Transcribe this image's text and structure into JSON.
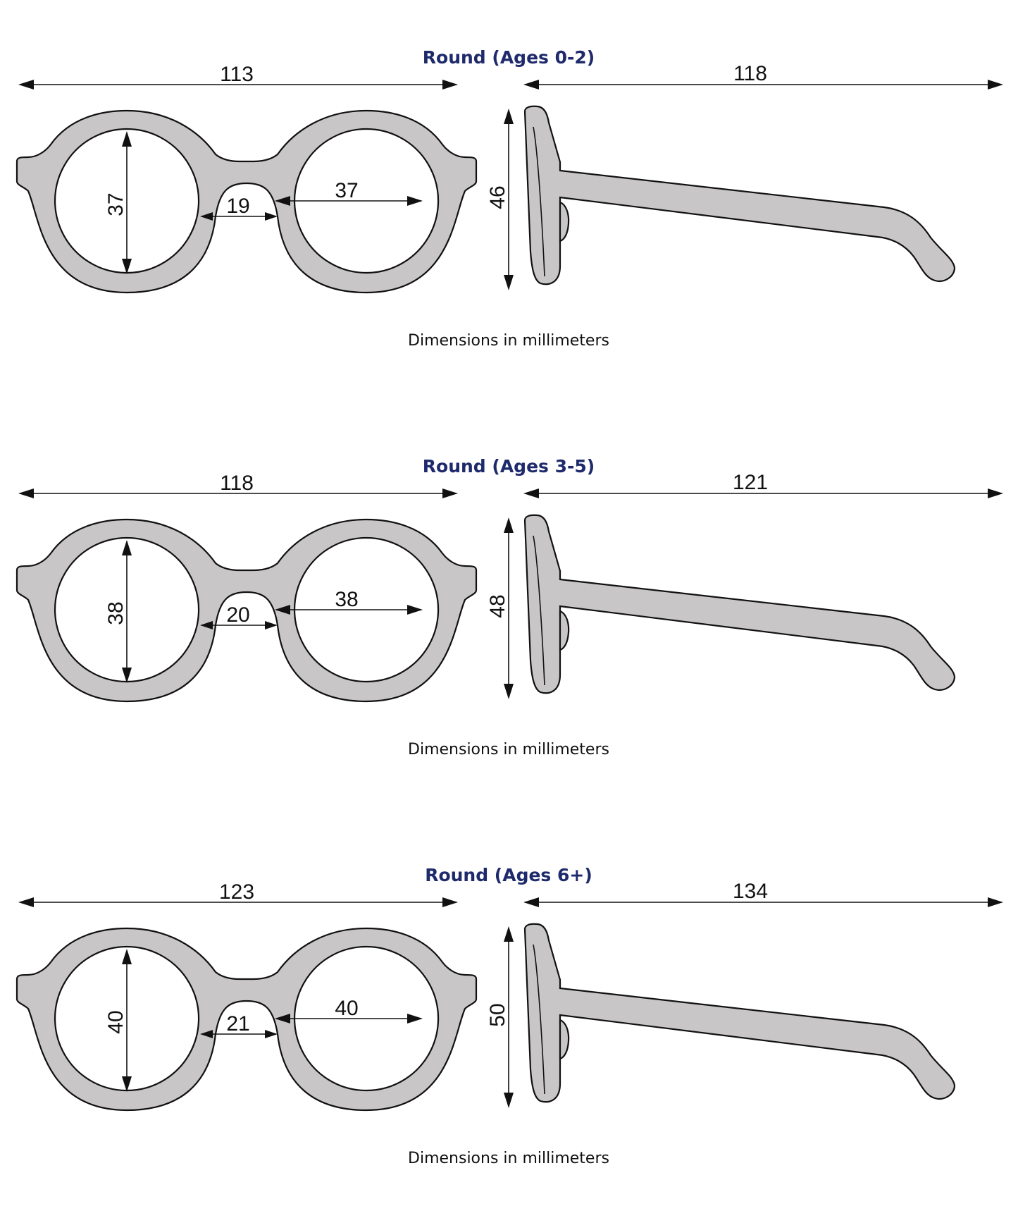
{
  "caption_color": "#111111",
  "title_color": "#1e2a6b",
  "frame_color": "#c9c6c7",
  "sizes": [
    {
      "title": "Round (Ages 0-2)",
      "frame_width": "113",
      "temple_length": "118",
      "lens_height": "37",
      "lens_width": "37",
      "bridge": "19",
      "side_height": "46",
      "caption": "Dimensions in millimeters"
    },
    {
      "title": "Round (Ages 3-5)",
      "frame_width": "118",
      "temple_length": "121",
      "lens_height": "38",
      "lens_width": "38",
      "bridge": "20",
      "side_height": "48",
      "caption": "Dimensions in millimeters"
    },
    {
      "title": "Round (Ages 6+)",
      "frame_width": "123",
      "temple_length": "134",
      "lens_height": "40",
      "lens_width": "40",
      "bridge": "21",
      "side_height": "50",
      "caption": "Dimensions in millimeters"
    }
  ]
}
